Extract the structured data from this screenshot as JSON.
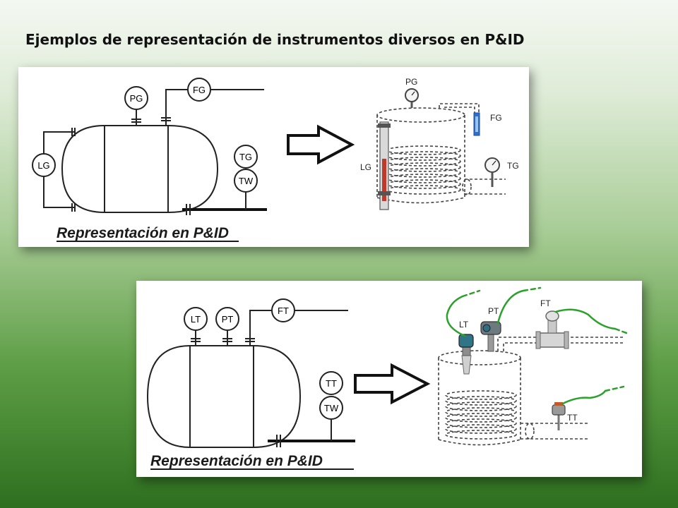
{
  "slide": {
    "title": "Ejemplos de representación de instrumentos diversos en P&ID"
  },
  "top_panel": {
    "caption": "Representación en P&ID",
    "schematic": {
      "pg": "PG",
      "fg": "FG",
      "lg": "LG",
      "tg": "TG",
      "tw": "TW"
    },
    "illustration": {
      "pg": "PG",
      "fg": "FG",
      "lg": "LG",
      "tg": "TG"
    }
  },
  "bottom_panel": {
    "caption": "Representación en P&ID",
    "schematic": {
      "lt": "LT",
      "pt": "PT",
      "ft": "FT",
      "tt": "TT",
      "tw": "TW"
    },
    "illustration": {
      "lt": "LT",
      "pt": "PT",
      "ft": "FT",
      "tt": "TT"
    }
  },
  "colors": {
    "background_top": "#f4f8f2",
    "background_bottom": "#2d6f1f",
    "cable_green": "#2aa12a",
    "flowmeter_blue": "#2c6fd1",
    "gauge_level_red": "#c0392b"
  }
}
